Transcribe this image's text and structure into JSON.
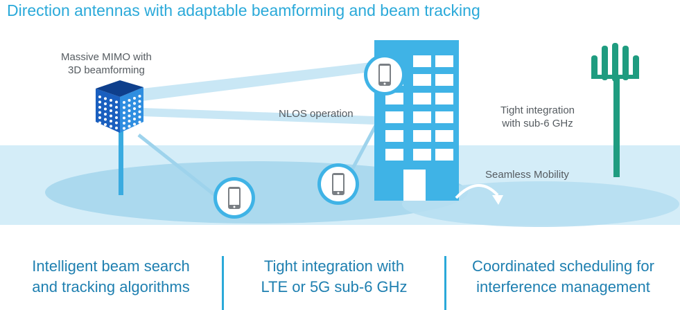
{
  "title": "Direction antennas with adaptable beamforming and beam tracking",
  "labels": {
    "mimo_line1": "Massive MIMO with",
    "mimo_line2": "3D beamforming",
    "nlos": "NLOS operation",
    "tight_line1": "Tight integration",
    "tight_line2": "with sub-6 GHz",
    "mobility": "Seamless Mobility"
  },
  "footer": {
    "col1_line1": "Intelligent beam search",
    "col1_line2": "and tracking algorithms",
    "col2_line1": "Tight integration with",
    "col2_line2": "LTE or 5G sub-6 GHz",
    "col3_line1": "Coordinated scheduling for",
    "col3_line2": "interference management"
  },
  "colors": {
    "accent": "#2aa9d9",
    "building": "#3fb3e6",
    "ground": "#c9e8f5",
    "ellipse": "#a7d9ef",
    "tower": "#1f9c80",
    "text_dark": "#1e7fb0"
  },
  "icons": [
    "antenna-panel-icon",
    "phone-icon",
    "building-icon",
    "cell-tower-icon",
    "curved-arrow-icon"
  ]
}
